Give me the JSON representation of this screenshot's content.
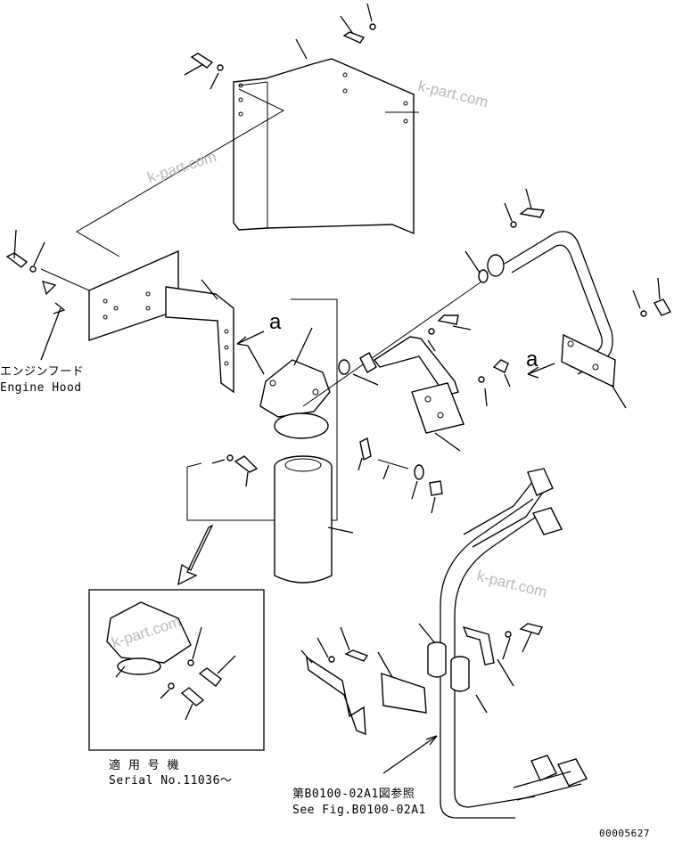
{
  "labels": {
    "engine_hood_jp": "エンジンフード",
    "engine_hood_en": "Engine Hood",
    "serial_jp": "適 用 号 機",
    "serial_en": "Serial No.11036～",
    "see_fig_jp": "第B0100-02A1図参照",
    "see_fig_en": "See Fig.B0100-02A1",
    "doc_number": "00005627",
    "view_a_1": "a",
    "view_a_2": "a"
  },
  "watermarks": [
    "k-part.com",
    "k-part.com",
    "k-part.com",
    "k-part.com"
  ]
}
